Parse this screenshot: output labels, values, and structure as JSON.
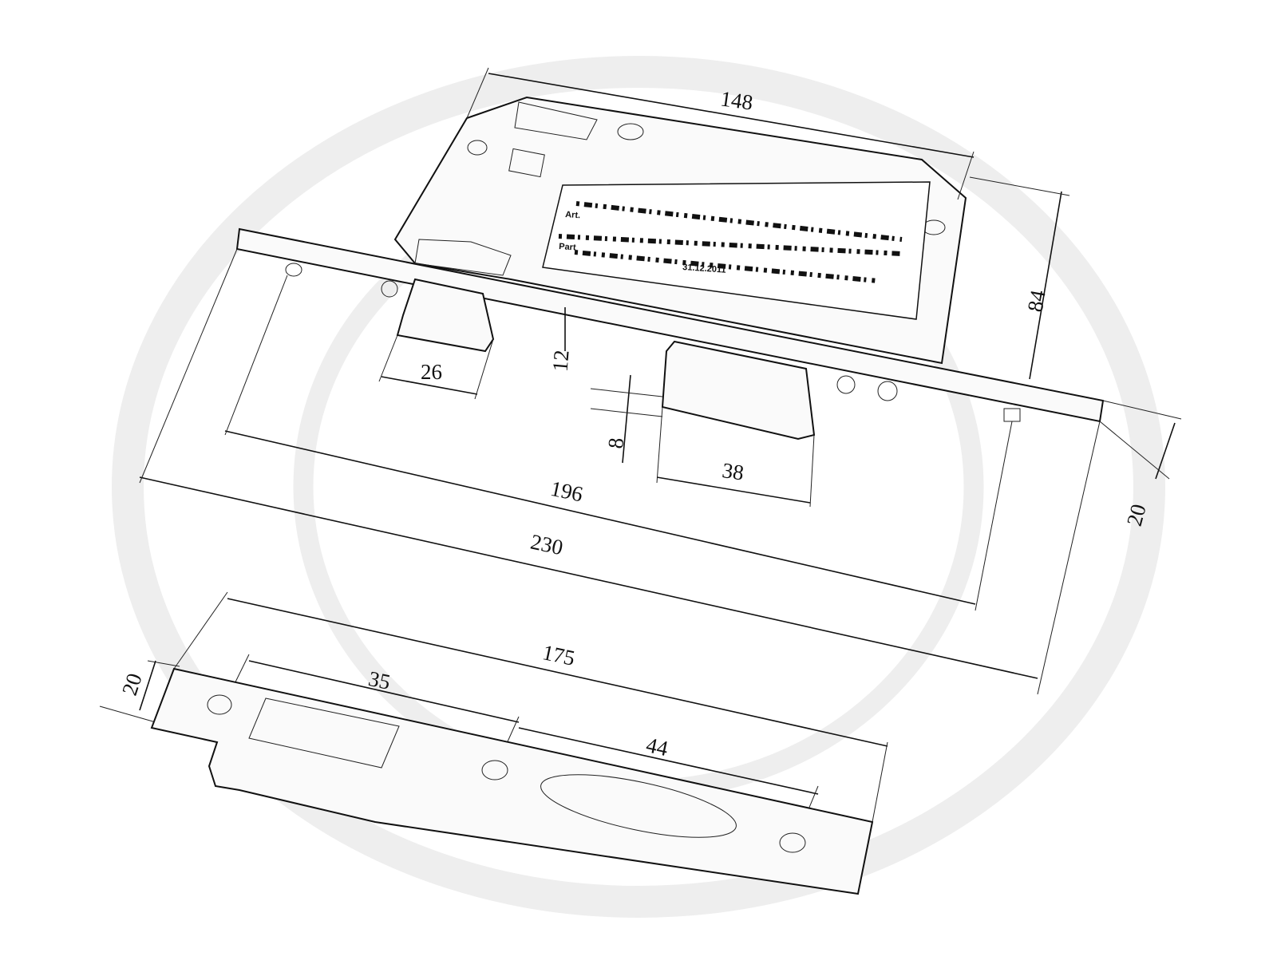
{
  "drawing": {
    "lock_label": {
      "row1_prefix": "Art.",
      "row2_prefix": "Part",
      "date": "31.12.2011"
    },
    "dimensions": {
      "case_width": "148",
      "case_height": "84",
      "latch_width": "26",
      "latch_offset": "12",
      "bolt_offset": "8",
      "bolt_width": "38",
      "screw_spacing": "196",
      "faceplate_length": "230",
      "faceplate_width": "20",
      "strike_length": "175",
      "strike_width": "20",
      "strike_offset_35": "35",
      "strike_offset_44": "44"
    }
  }
}
